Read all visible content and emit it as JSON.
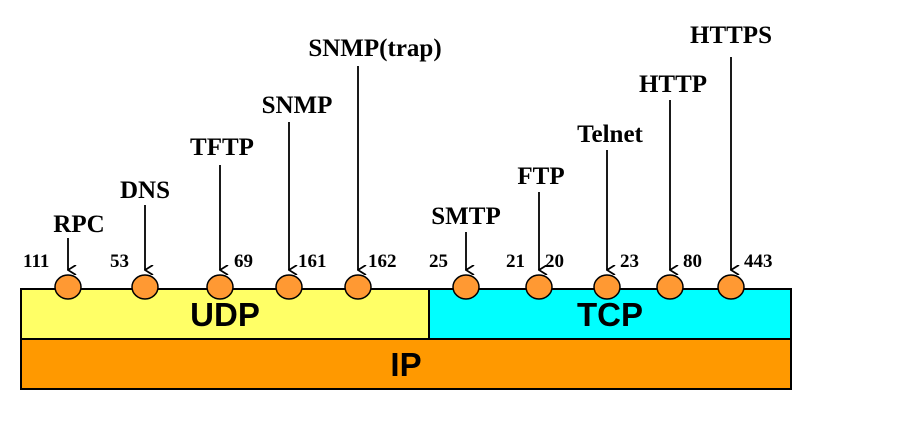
{
  "colors": {
    "udp": "#ffff66",
    "tcp": "#00ffff",
    "ip": "#ff9900",
    "port_dot": "#ff9933",
    "outline": "#000000"
  },
  "layers": {
    "udp": "UDP",
    "tcp": "TCP",
    "ip": "IP"
  },
  "protocols": {
    "rpc": "RPC",
    "dns": "DNS",
    "tftp": "TFTP",
    "snmp": "SNMP",
    "snmp_trap": "SNMP(trap)",
    "smtp": "SMTP",
    "ftp": "FTP",
    "telnet": "Telnet",
    "http": "HTTP",
    "https": "HTTPS"
  },
  "ports": {
    "rpc": "111",
    "dns": "53",
    "tftp": "69",
    "snmp": "161",
    "snmp_trap": "162",
    "smtp": "25",
    "ftp": "21",
    "ftp_data": "20",
    "telnet": "23",
    "http": "80",
    "https": "443"
  }
}
